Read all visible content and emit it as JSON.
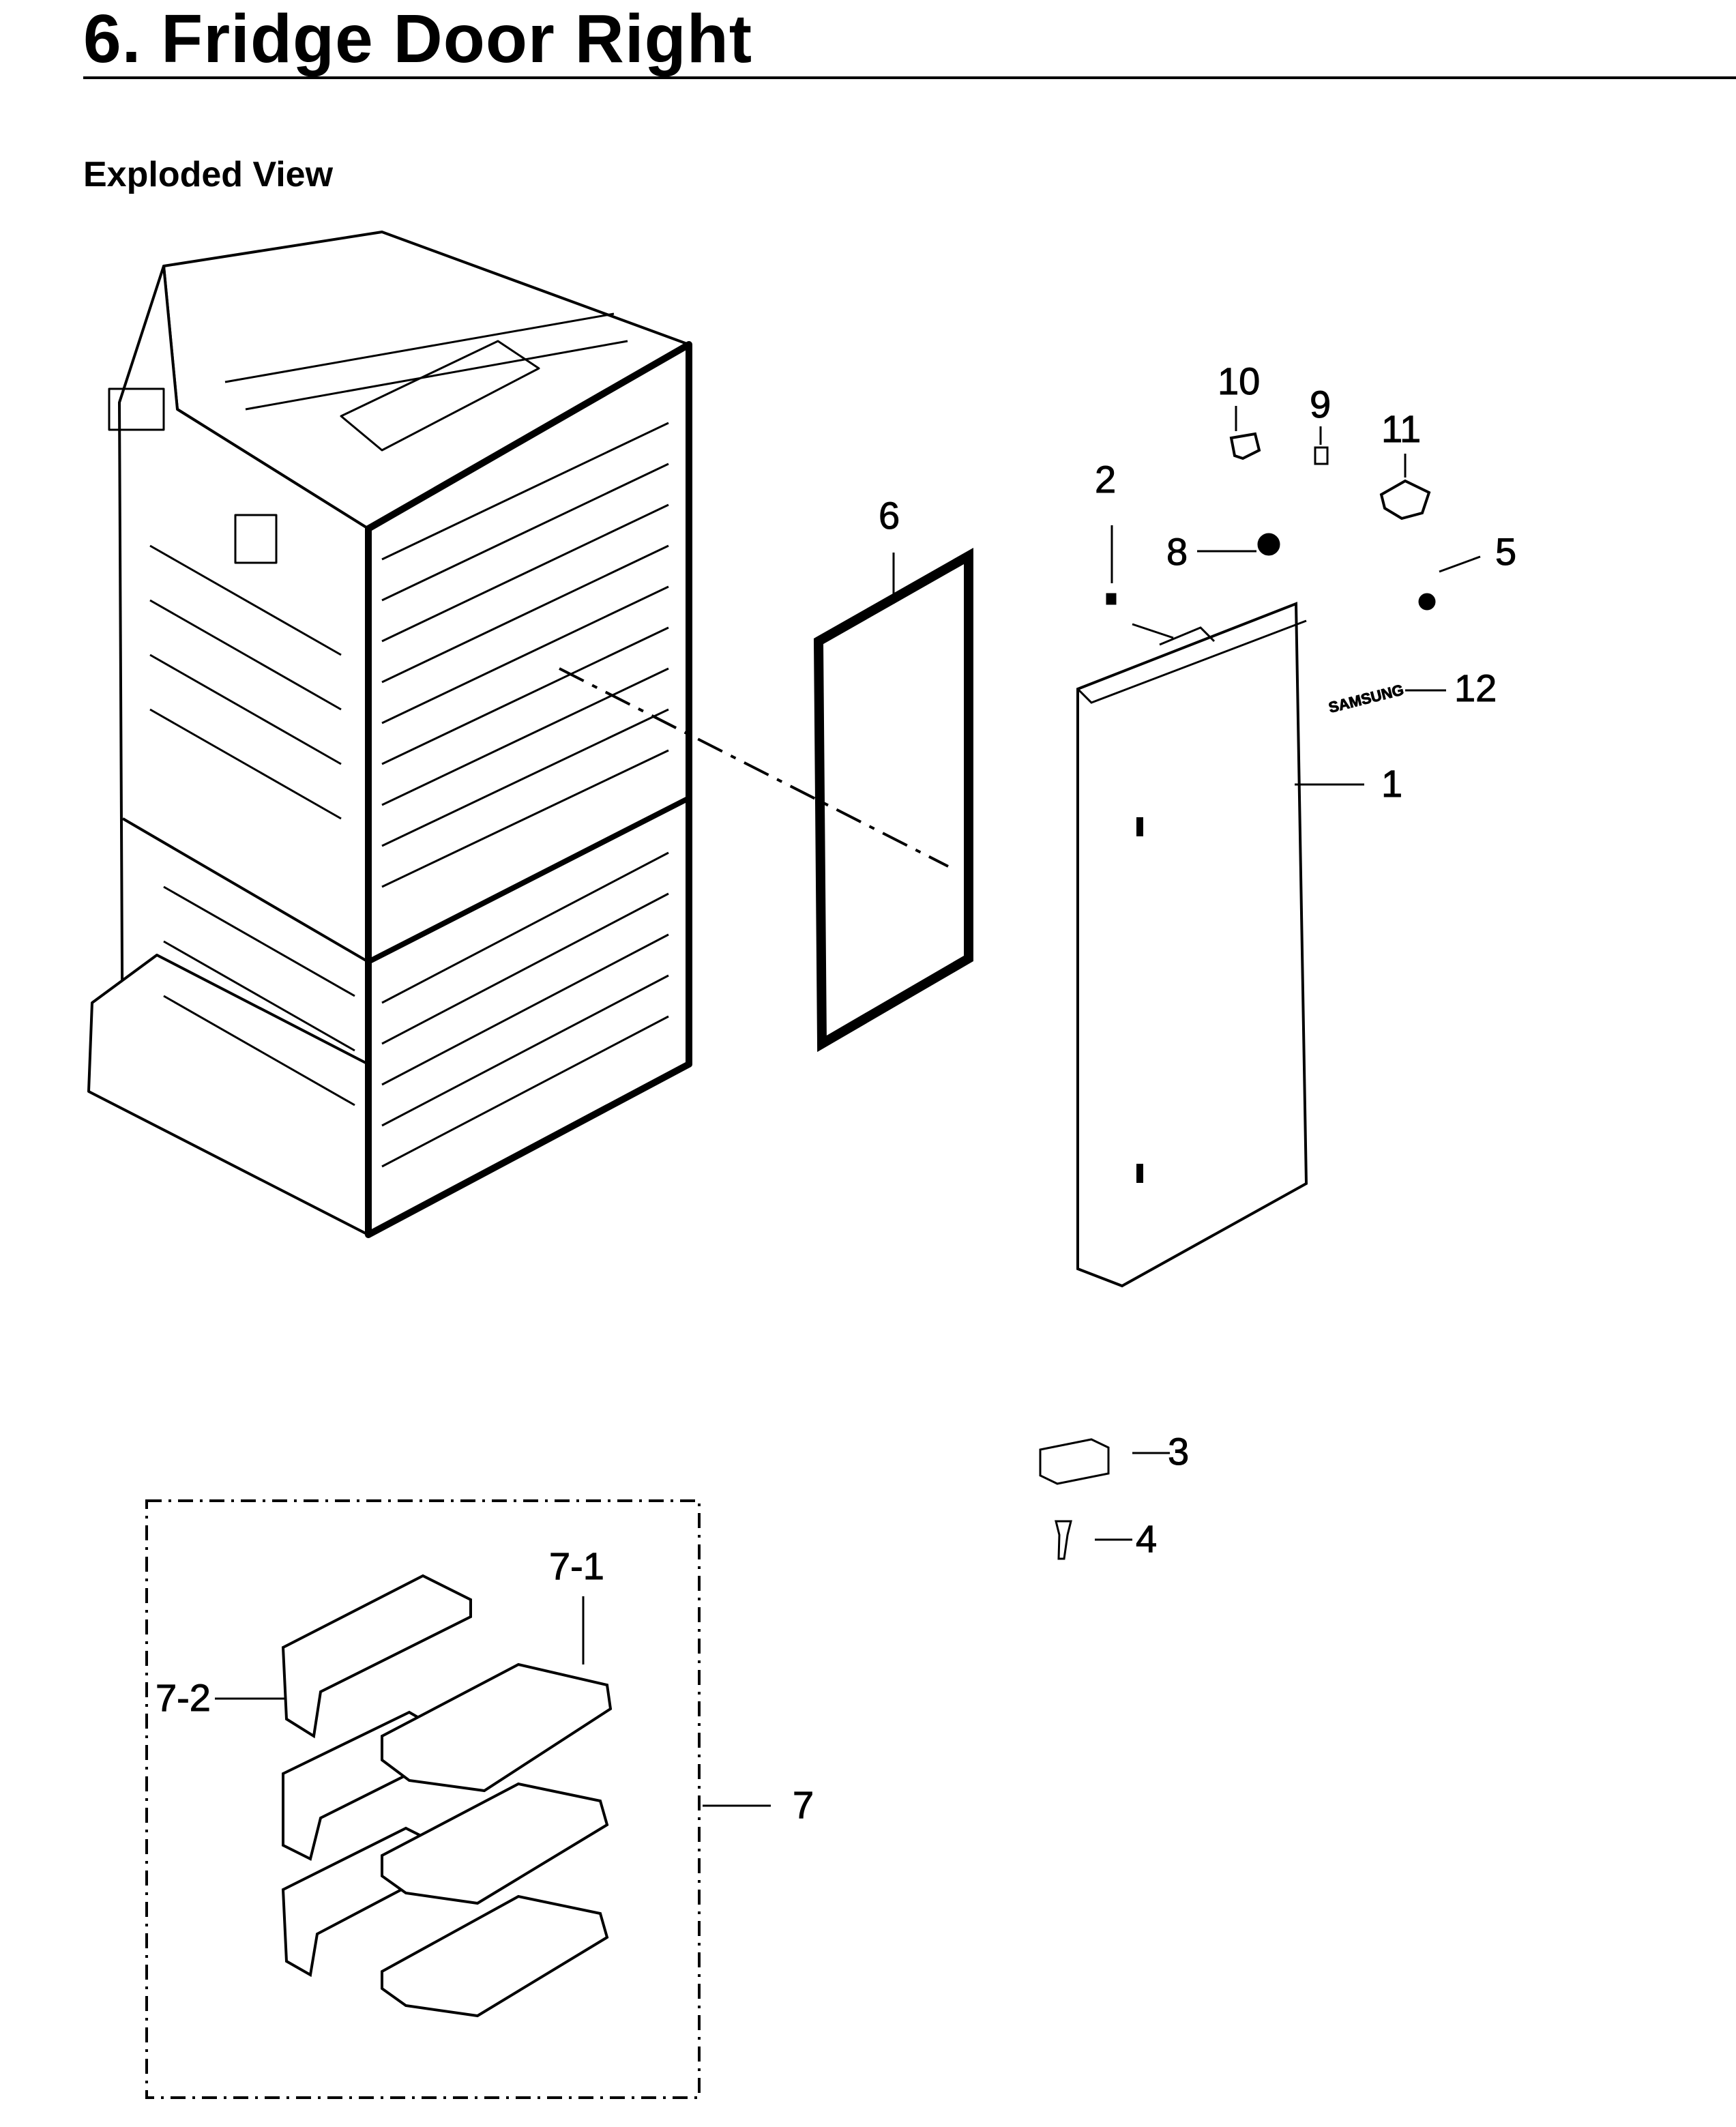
{
  "page": {
    "title": "6.  Fridge Door Right",
    "subtitle": "Exploded View"
  },
  "callouts": {
    "c1": "1",
    "c2": "2",
    "c3": "3",
    "c4": "4",
    "c5": "5",
    "c6": "6",
    "c7": "7",
    "c7_1": "7-1",
    "c7_2": "7-2",
    "c8": "8",
    "c9": "9",
    "c10": "10",
    "c11": "11",
    "c12": "12"
  },
  "brand_logo": "SAMSUNG"
}
